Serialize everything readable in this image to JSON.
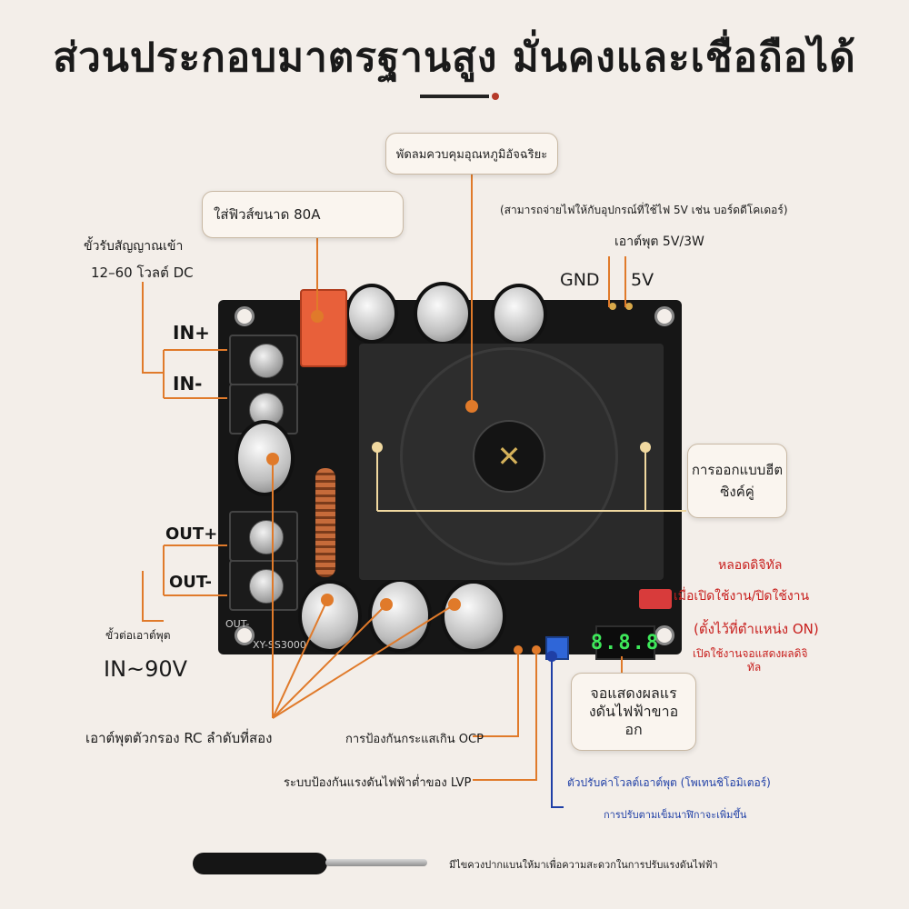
{
  "title": "ส่วนประกอบมาตรฐานสูง มั่นคงและเชื่อถือได้",
  "callouts": {
    "fan": "พัดลมควบคุมอุณหภูมิอัจฉริยะ",
    "fuse": "ใส่ฟิวส์ขนาด 80A",
    "usb_note": "(สามารถจ่ายไฟให้กับอุปกรณ์ที่ใช้ไฟ 5V เช่น บอร์ดดีโคเดอร์)",
    "output_5v": "เอาต์พุต 5V/3W",
    "gnd": "GND",
    "v5": "5V",
    "input_terminal": "ขั้วรับสัญญาณเข้า",
    "input_range": "12–60 โวลต์ DC",
    "in_plus": "IN+",
    "in_minus": "IN-",
    "heatsink_line1": "การออกแบบฮีต",
    "heatsink_line2": "ซิงค์คู่",
    "out_plus": "OUT+",
    "out_minus": "OUT-",
    "output_terminal": "ขั้วต่อเอาต์พุต",
    "output_range": "IN~90V",
    "digital_tube": "หลอดดิจิทัล",
    "switch_on_off": "เมื่อเปิดใช้งาน/ปิดใช้งาน",
    "set_on": "(ตั้งไว้ที่ตำแหน่ง ON)",
    "enable_display_line1": "เปิดใช้งานจอแสดงผลดิจิ",
    "enable_display_line2": "ทัล",
    "display_box_line1": "จอแสดงผลแร",
    "display_box_line2": "งดันไฟฟ้าขาอ",
    "display_box_line3": "อก",
    "rc_filter": "เอาต์พุตตัวกรอง RC ลำดับที่สอง",
    "ocp": "การป้องกันกระแสเกิน OCP",
    "lvp": "ระบบป้องกันแรงดันไฟฟ้าต่ำของ LVP",
    "pot_adjust": "ตัวปรับค่าโวลต์เอาต์พุต (โพเทนชิโอมิเตอร์)",
    "clockwise": "การปรับตามเข็มนาฬิกาจะเพิ่มขึ้น",
    "screwdriver": "มีไขควงปากแบนให้มาเพื่อความสะดวกในการปรับแรงดันไฟฟ้า"
  },
  "board": {
    "model": "XY-SS3000",
    "display_value": "8.8.8",
    "out_minus_silk": "OUT-"
  },
  "colors": {
    "accent_orange": "#e07a2a",
    "text_red": "#c8201e",
    "text_blue": "#1f3fa6",
    "display_green": "#3ee85a"
  },
  "icons": {
    "fan_logo": "xy-logo-icon"
  }
}
